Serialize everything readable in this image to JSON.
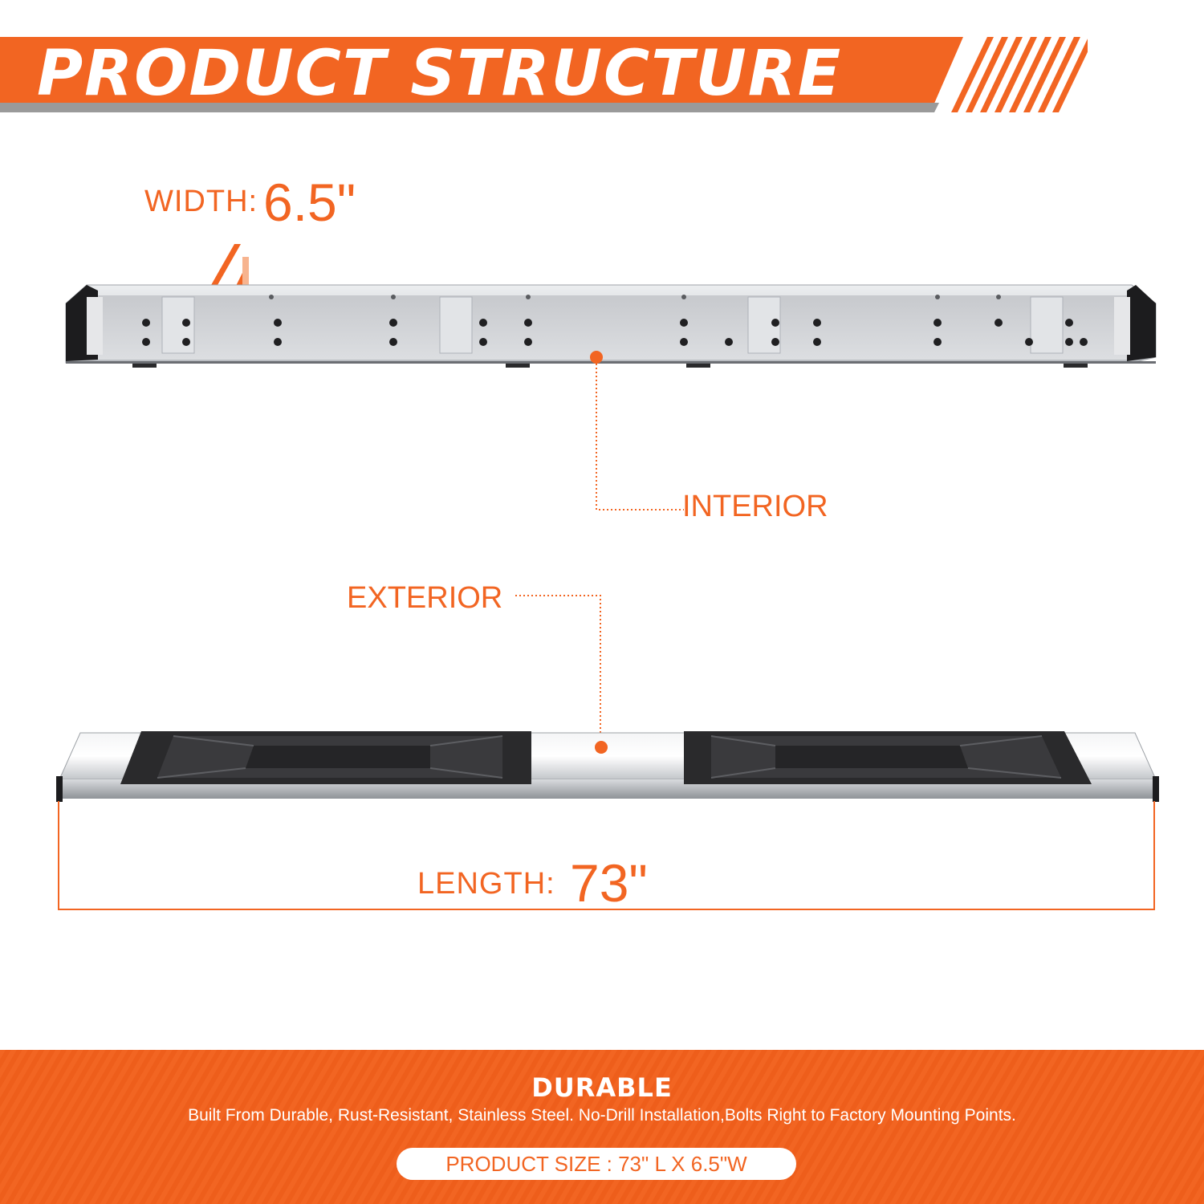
{
  "header": {
    "title": "PRODUCT STRUCTURE"
  },
  "dimensions": {
    "width_label": "WIDTH:",
    "width_value": "6.5\"",
    "length_label": "LENGTH:",
    "length_value": "73\""
  },
  "callouts": {
    "interior": "INTERIOR",
    "exterior": "EXTERIOR"
  },
  "footer": {
    "title": "DURABLE",
    "description": "Built From Durable, Rust-Resistant, Stainless Steel. No-Drill Installation,Bolts Right to Factory Mounting Points.",
    "size": "PRODUCT SIZE : 73\" L X 6.5\"W"
  },
  "colors": {
    "accent": "#f26522",
    "steel": "#c9cbcf",
    "tread": "#2a2a2c"
  }
}
